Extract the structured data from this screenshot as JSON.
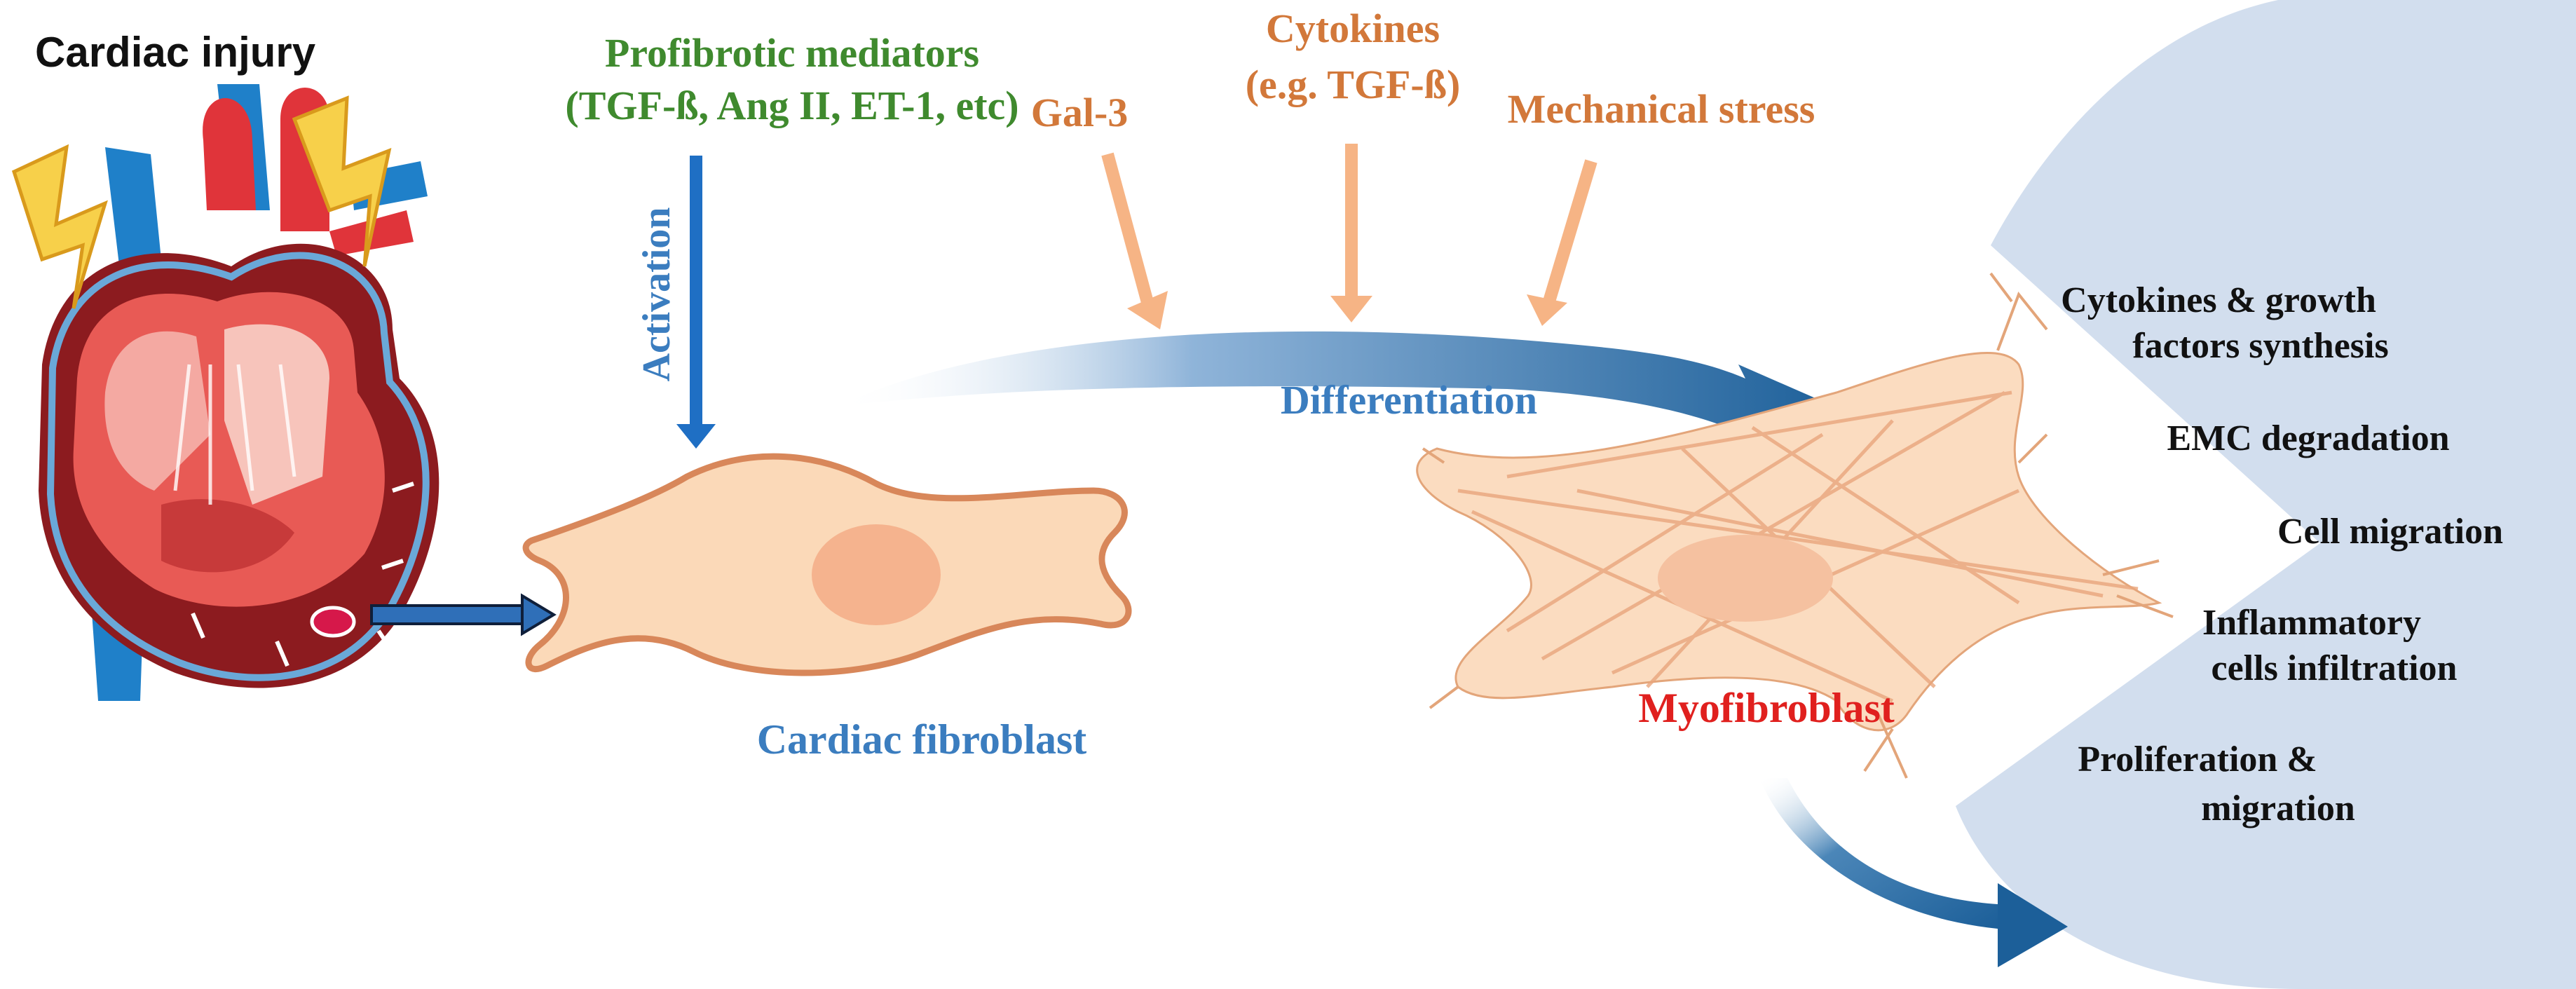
{
  "labels": {
    "cardiac_injury": "Cardiac injury",
    "profibrotic_line1": "Profibrotic mediators",
    "profibrotic_line2": "(TGF-ß, Ang II, ET-1, etc)",
    "activation": "Activation",
    "gal3": "Gal-3",
    "cytokines_line1": "Cytokines",
    "cytokines_line2": "(e.g. TGF-ß)",
    "mechanical_stress": "Mechanical stress",
    "differentiation": "Differentiation",
    "cardiac_fibroblast": "Cardiac fibroblast",
    "myofibroblast": "Myofibroblast"
  },
  "functions": {
    "f1_line1": "Cytokines & growth",
    "f1_line2": "factors synthesis",
    "f2": "EMC degradation",
    "f3": "Cell migration",
    "f4_line1": "Inflammatory",
    "f4_line2": "cells infiltration",
    "f5_line1": "Proliferation &",
    "f5_line2": "migration"
  },
  "colors": {
    "green": "#3f8a2e",
    "orange": "#d2783a",
    "blue_text": "#3b7dbf",
    "red_text": "#e0201e",
    "arrow_blue": "#1f6fc4",
    "arrow_orange": "#f6b485",
    "panel": "#d2deee",
    "fibroblast_fill": "#fbd9b8",
    "fibroblast_edge": "#d8875a",
    "nucleus": "#f5b38e",
    "bolt": "#f7d04a"
  }
}
